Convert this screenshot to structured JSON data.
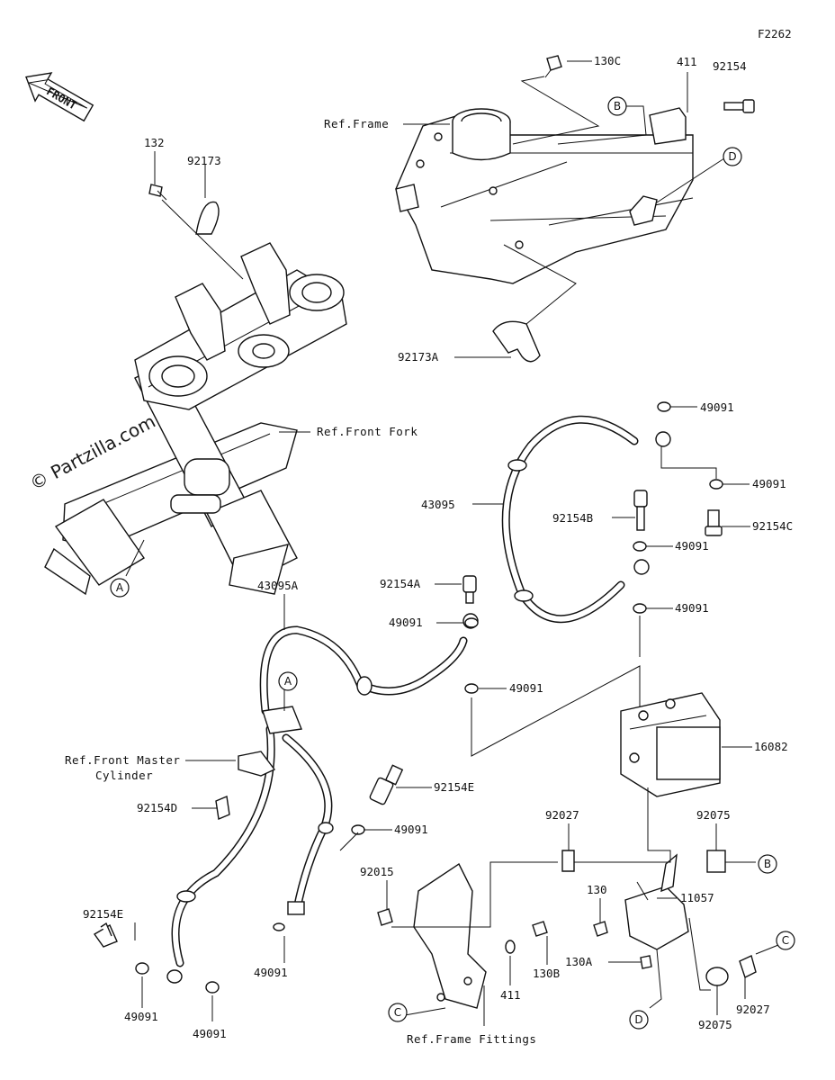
{
  "figure_id": "F2262",
  "watermark": "© Partzilla.com",
  "front_arrow_label": "FRONT",
  "refs": {
    "frame": "Ref.Frame",
    "front_fork": "Ref.Front Fork",
    "master_cyl_1": "Ref.Front Master",
    "master_cyl_2": "Cylinder",
    "frame_fittings": "Ref.Frame Fittings"
  },
  "parts": {
    "p130C": "130C",
    "p411_top": "411",
    "p92154_top": "92154",
    "p132": "132",
    "p92173": "92173",
    "p92173A": "92173A",
    "p49091_a": "49091",
    "p49091_b": "49091",
    "p43095": "43095",
    "p92154B": "92154B",
    "p49091_c": "49091",
    "p92154C": "92154C",
    "p49091_d": "49091",
    "p43095A": "43095A",
    "p92154A": "92154A",
    "p49091_e": "49091",
    "p49091_f": "49091",
    "p16082": "16082",
    "p92154E_r": "92154E",
    "p92154D": "92154D",
    "p49091_g": "49091",
    "p92027_top": "92027",
    "p92075_top": "92075",
    "p92015": "92015",
    "p130": "130",
    "p11057": "11057",
    "p92154E_l": "92154E",
    "p130B": "130B",
    "p130A": "130A",
    "p49091_h": "49091",
    "p49091_i": "49091",
    "p49091_j": "49091",
    "p411_bot": "411",
    "p92027_bot": "92027",
    "p92075_bot": "92075"
  },
  "callouts": {
    "A": "A",
    "B": "B",
    "C": "C",
    "D": "D"
  }
}
